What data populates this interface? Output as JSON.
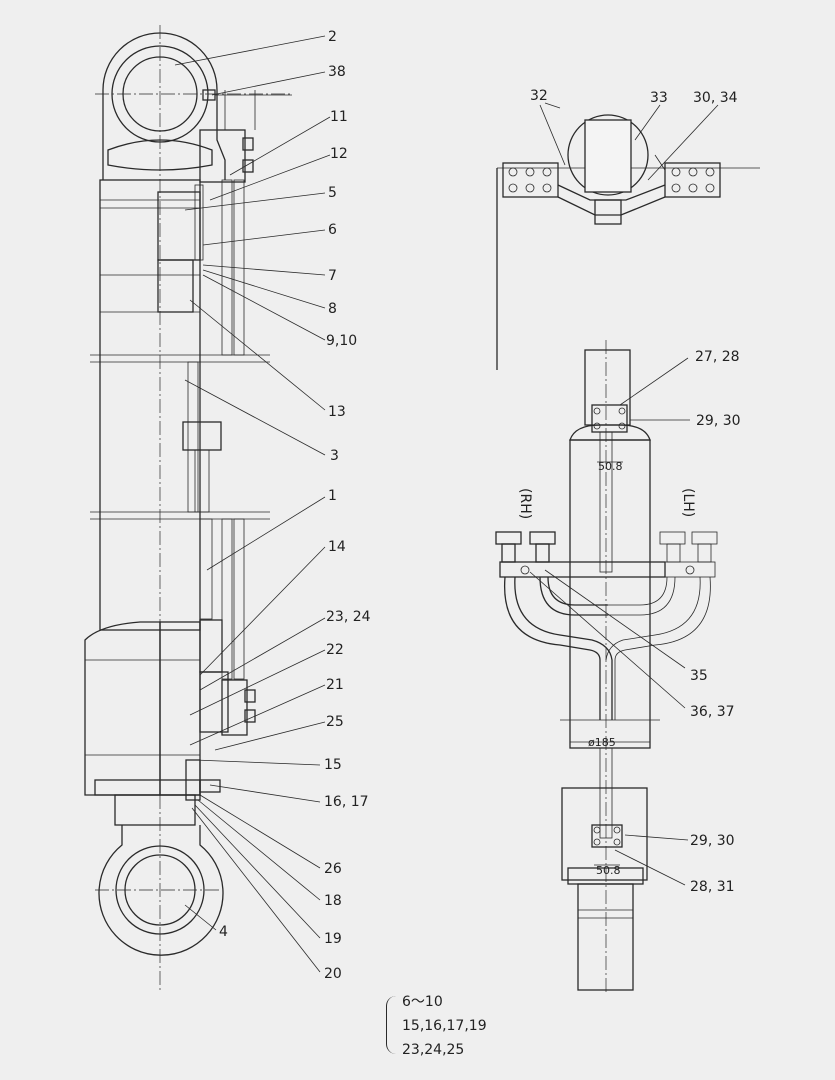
{
  "callouts_left": {
    "c2": "2",
    "c38": "38",
    "c11": "11",
    "c12": "12",
    "c5": "5",
    "c6": "6",
    "c7": "7",
    "c8": "8",
    "c9_10": "9,10",
    "c13": "13",
    "c3": "3",
    "c1": "1",
    "c14": "14",
    "c23_24": "23, 24",
    "c22": "22",
    "c21": "21",
    "c25": "25",
    "c15": "15",
    "c16_17": "16, 17",
    "c26": "26",
    "c18": "18",
    "c19": "19",
    "c20": "20",
    "c4": "4"
  },
  "callouts_top_right": {
    "c32": "32",
    "c33": "33",
    "c30_34": "30, 34"
  },
  "callouts_right": {
    "c27_28": "27, 28",
    "c29_30_top": "29, 30",
    "c35": "35",
    "c36_37": "36, 37",
    "c29_30_bottom": "29, 30",
    "c28_31": "28, 31"
  },
  "side_labels": {
    "rh": "(RH)",
    "lh": "(LH)"
  },
  "dimensions": {
    "dim_top": "50.8",
    "dim_dia": "ø185",
    "dim_bottom": "50.8"
  },
  "note_lines": [
    "6～10",
    "15,16,17,19",
    "23,24,25"
  ]
}
